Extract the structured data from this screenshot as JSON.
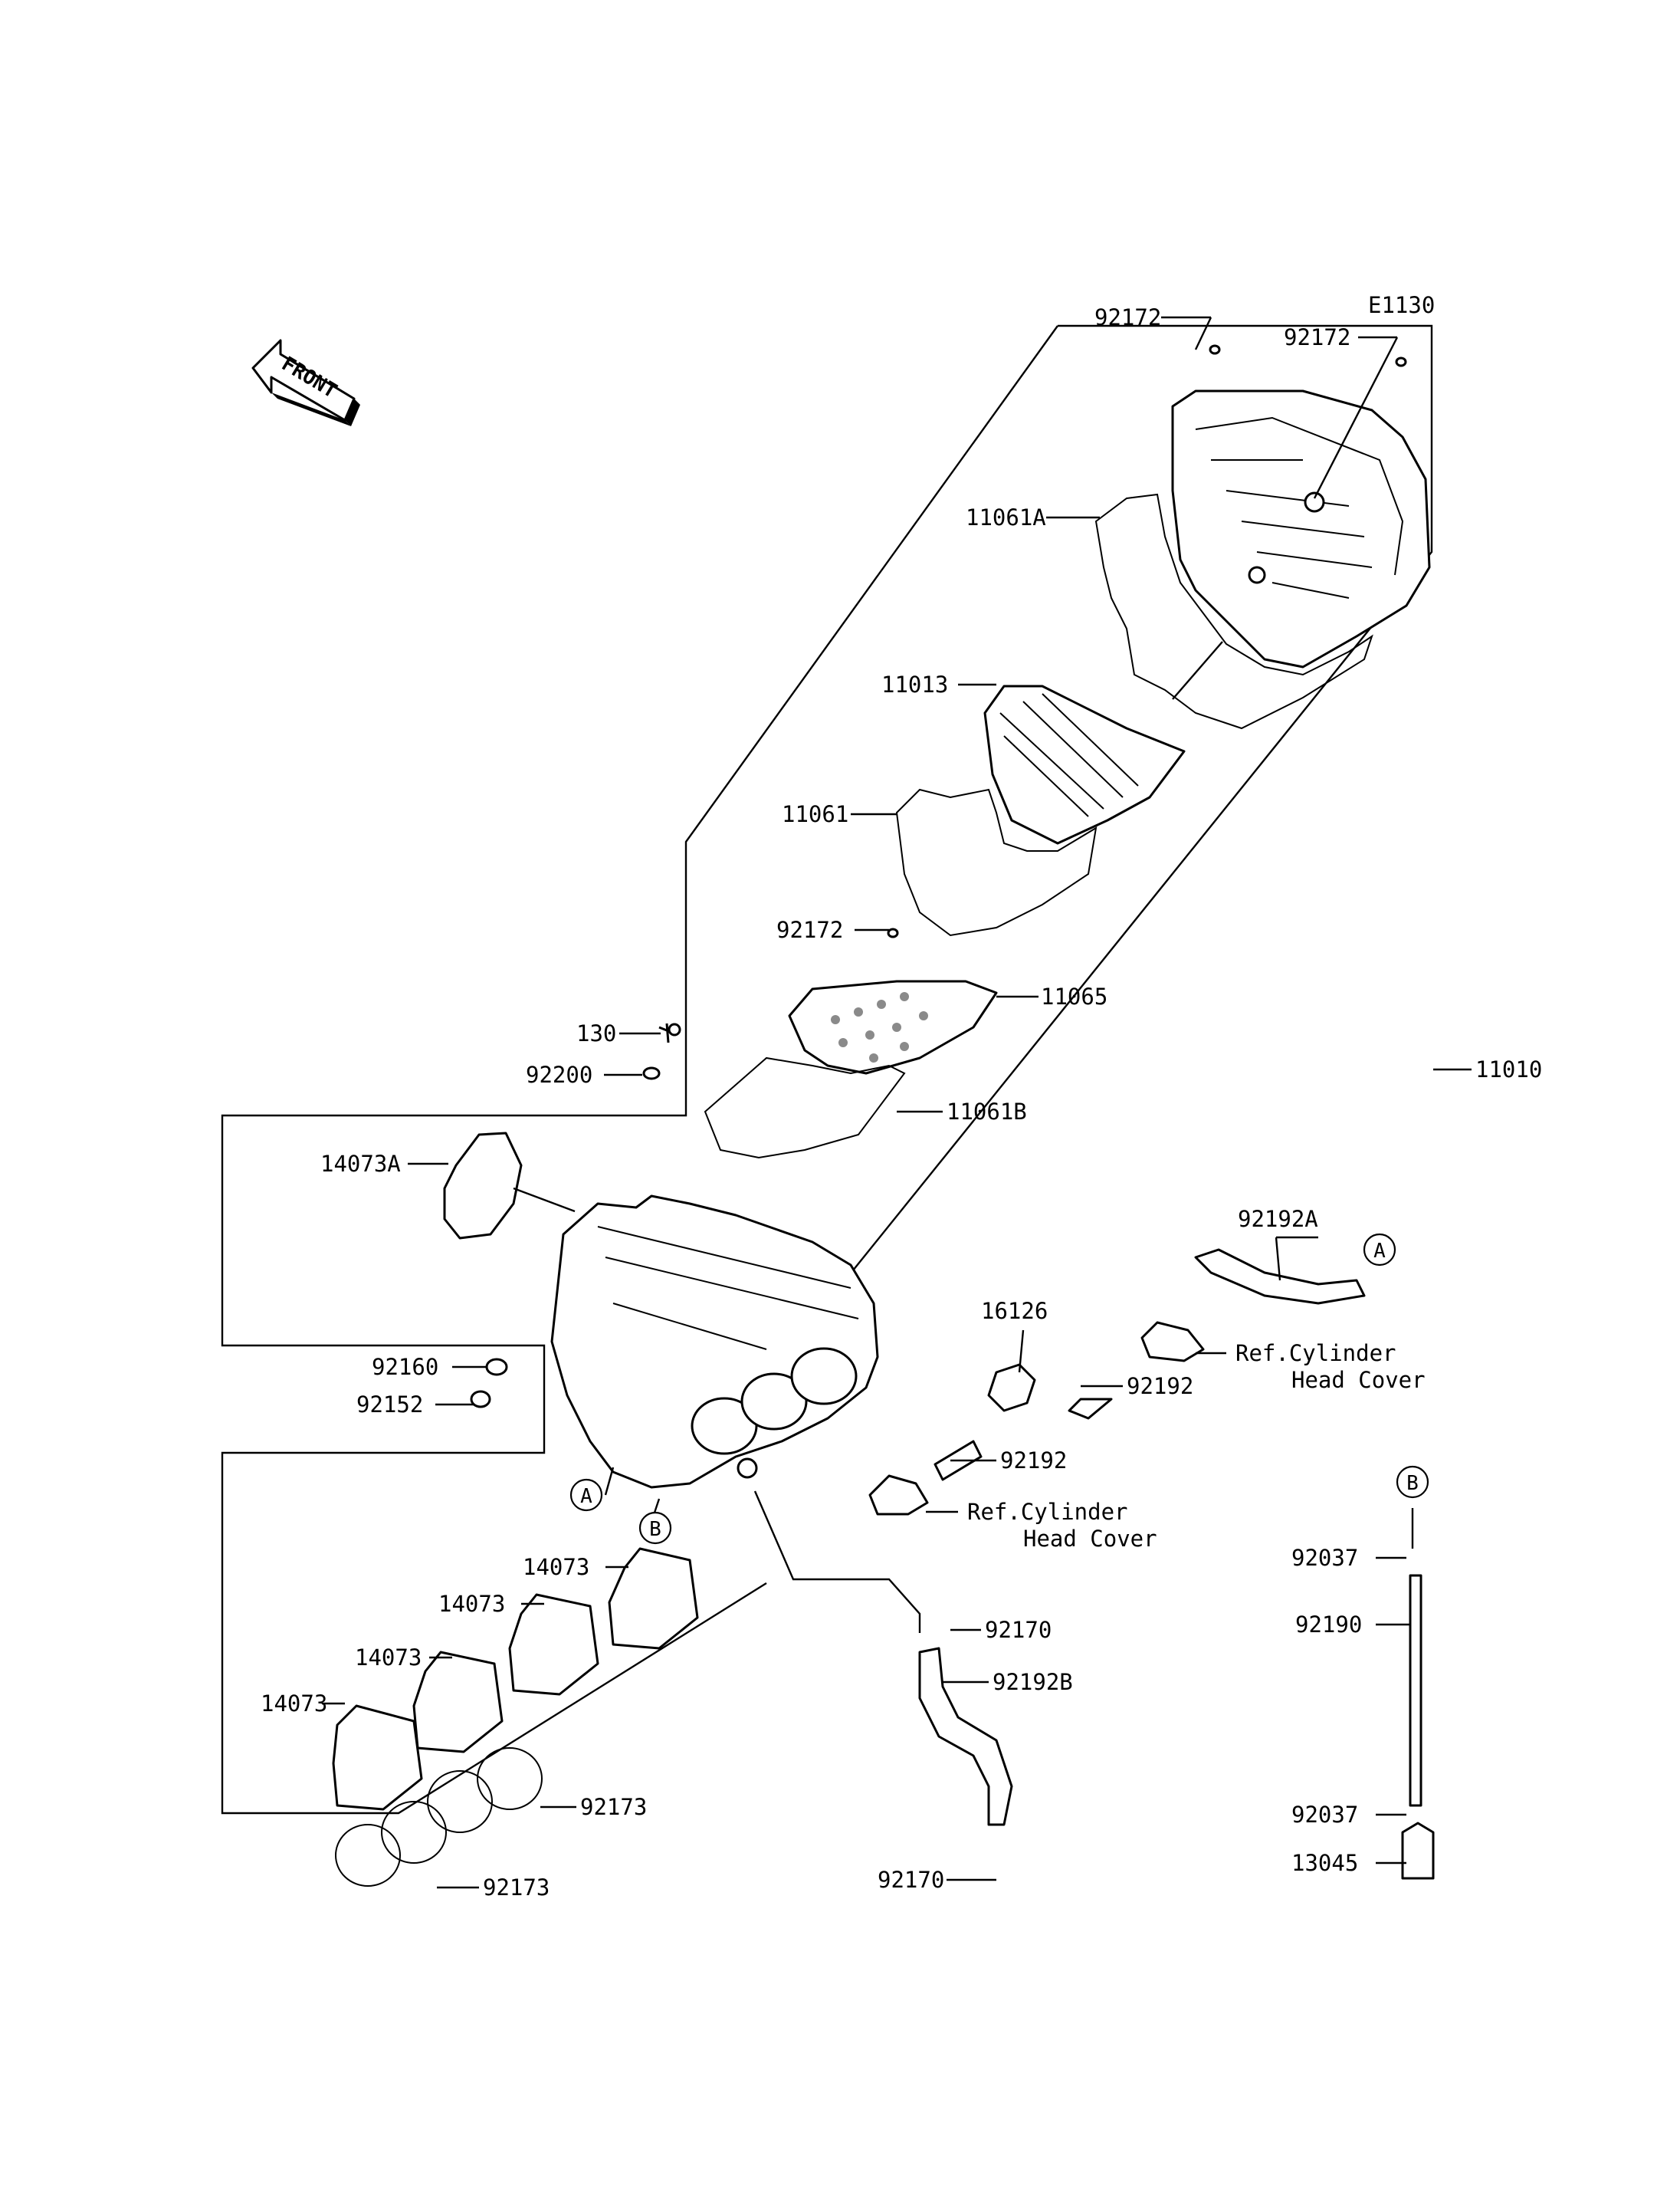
{
  "diagram": {
    "code": "E1130",
    "front_label": "FRONT",
    "ref_markers": {
      "a": "A",
      "b": "B"
    },
    "labels": {
      "l92172_top_left": "92172",
      "l92172_top_right": "92172",
      "l11061A": "11061A",
      "l11013": "11013",
      "l11061": "11061",
      "l92172_mid": "92172",
      "l11065": "11065",
      "l130": "130",
      "l92200": "92200",
      "l11010": "11010",
      "l11061B": "11061B",
      "l14073A": "14073A",
      "l92192A": "92192A",
      "l16126": "16126",
      "l92192_upper": "92192",
      "l92192_lower": "92192",
      "l92160": "92160",
      "l92152": "92152",
      "ref_head_cover_1a": "Ref.Cylinder",
      "ref_head_cover_1b": "Head Cover",
      "ref_head_cover_2a": "Ref.Cylinder",
      "ref_head_cover_2b": "Head Cover",
      "l14073_1": "14073",
      "l14073_2": "14073",
      "l14073_3": "14073",
      "l14073_4": "14073",
      "l92037_top": "92037",
      "l92190": "92190",
      "l92170_upper": "92170",
      "l92192B": "92192B",
      "l92173_upper": "92173",
      "l92173_lower": "92173",
      "l92170_lower": "92170",
      "l92037_bottom": "92037",
      "l13045": "13045"
    }
  }
}
